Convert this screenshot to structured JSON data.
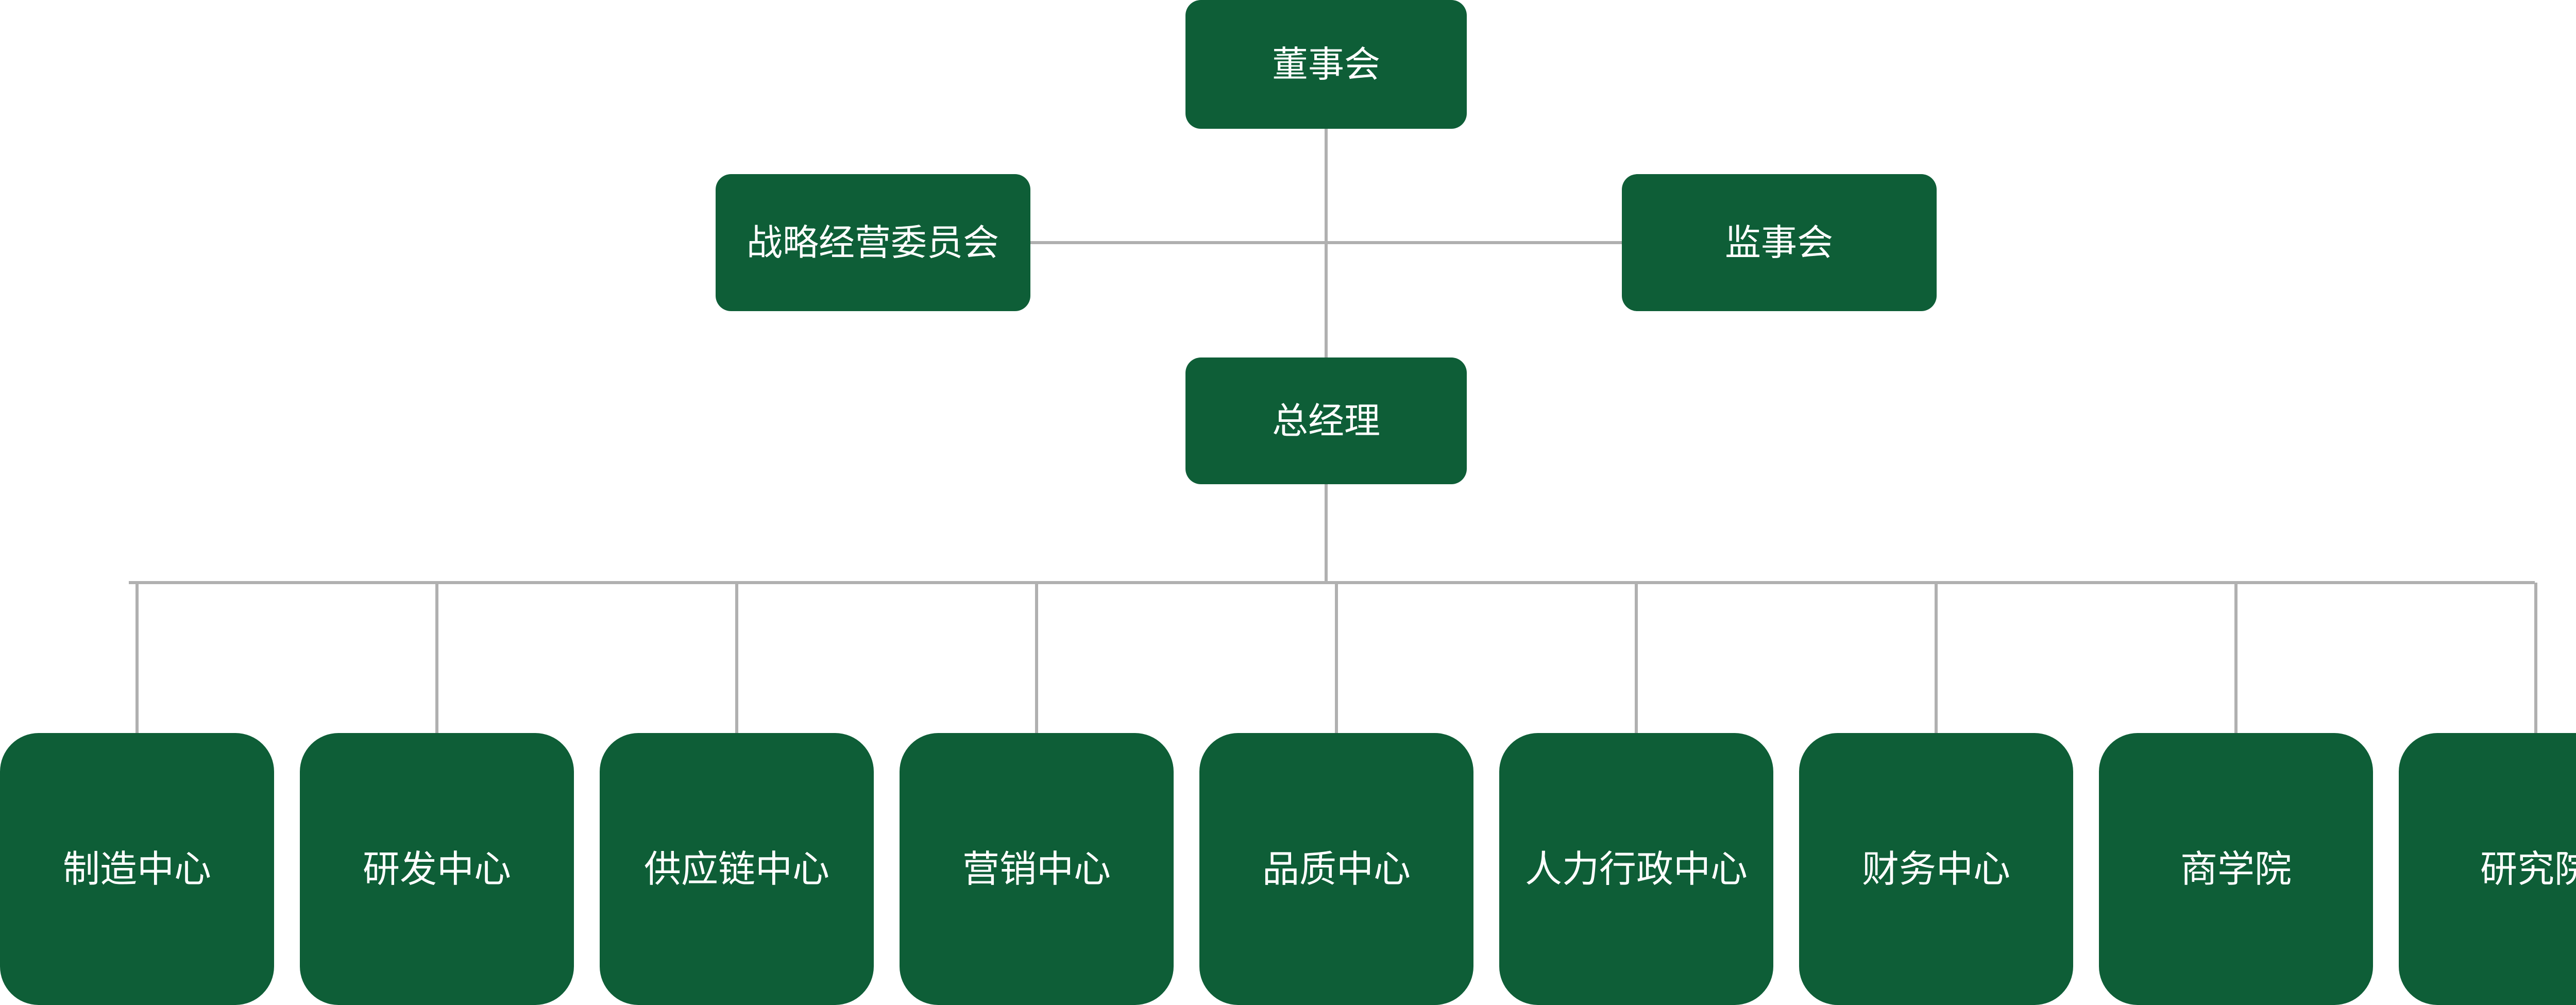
{
  "diagram": {
    "board": "董事会",
    "strategy_committee": "战略经营委员会",
    "supervisory_board": "监事会",
    "general_manager": "总经理",
    "departments": [
      "制造中心",
      "研发中心",
      "供应链中心",
      "营销中心",
      "品质中心",
      "人力行政中心",
      "财务中心",
      "商学院",
      "研究院"
    ]
  },
  "colors": {
    "box_fill": "#0e5e37",
    "box_text": "#ffffff",
    "connector": "#b0b0b0"
  }
}
